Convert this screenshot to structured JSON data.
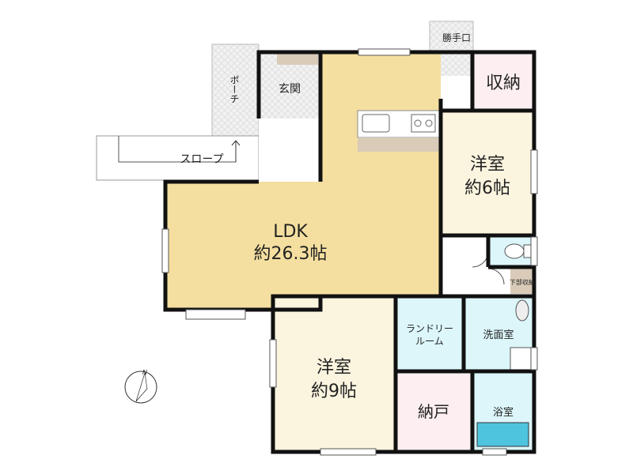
{
  "rooms": {
    "ldk": {
      "name": "LDK",
      "size": "約26.3帖"
    },
    "western6": {
      "name": "洋室",
      "size": "約6帖"
    },
    "western9": {
      "name": "洋室",
      "size": "約9帖"
    },
    "storage": {
      "name": "収納"
    },
    "entrance": {
      "name": "玄関"
    },
    "porch": {
      "name": "ポーチ"
    },
    "slope": {
      "name": "スロープ"
    },
    "back_door": {
      "name": "勝手口"
    },
    "laundry": {
      "line1": "ランドリー",
      "line2": "ルーム"
    },
    "washroom": {
      "name": "洗面室"
    },
    "closet": {
      "name": "納戸"
    },
    "bathroom": {
      "name": "浴室"
    },
    "underfloor_storage": {
      "name": "下部収納"
    }
  },
  "compass": {
    "north_label": "N"
  },
  "colors": {
    "ldk": "#f4dfa0",
    "western": "#fbf4df",
    "storage": "#fdeff1",
    "wet": "#dcf6fa",
    "wall": "#111111",
    "tile": "#ececec",
    "underfloor": "#d9cbb8"
  }
}
